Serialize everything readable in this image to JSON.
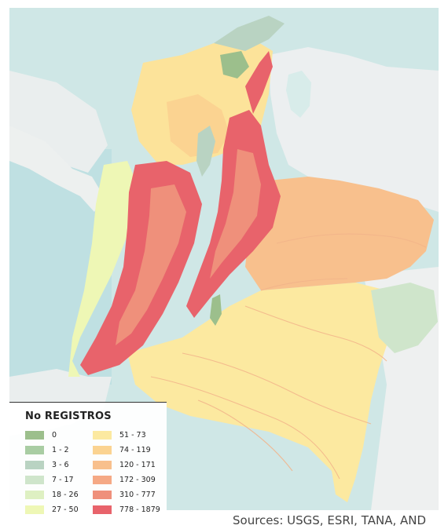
{
  "legend": {
    "title": "No REGISTROS",
    "items": [
      {
        "label": "0",
        "color": "#9cbf8c"
      },
      {
        "label": "1 - 2",
        "color": "#a9cda3"
      },
      {
        "label": "3 - 6",
        "color": "#b9d3c2"
      },
      {
        "label": "7 - 17",
        "color": "#cfe5cb"
      },
      {
        "label": "18 - 26",
        "color": "#def0c2"
      },
      {
        "label": "27 - 50",
        "color": "#eef7b5"
      },
      {
        "label": "51 - 73",
        "color": "#fce9a0"
      },
      {
        "label": "74 - 119",
        "color": "#fbd391"
      },
      {
        "label": "120 - 171",
        "color": "#f8c08d"
      },
      {
        "label": "172 - 309",
        "color": "#f5a985"
      },
      {
        "label": "310 - 777",
        "color": "#ef907b"
      },
      {
        "label": "778 - 1879",
        "color": "#e8636b"
      }
    ]
  },
  "attribution": "Sources: USGS, ESRI, TANA, AND",
  "colors": {
    "ocean": "#d8ecea",
    "land_outside": "#eef1f0",
    "andes_high": "#e8636b",
    "andes_mid": "#ef907b",
    "orinoquia": "#f8c08d",
    "amazon": "#fce9a0",
    "caribbean_plains": "#fbd391",
    "pacific_coast": "#eef7b5",
    "valley_low": "#b9d3c2",
    "rivers": "#f2b48a"
  }
}
